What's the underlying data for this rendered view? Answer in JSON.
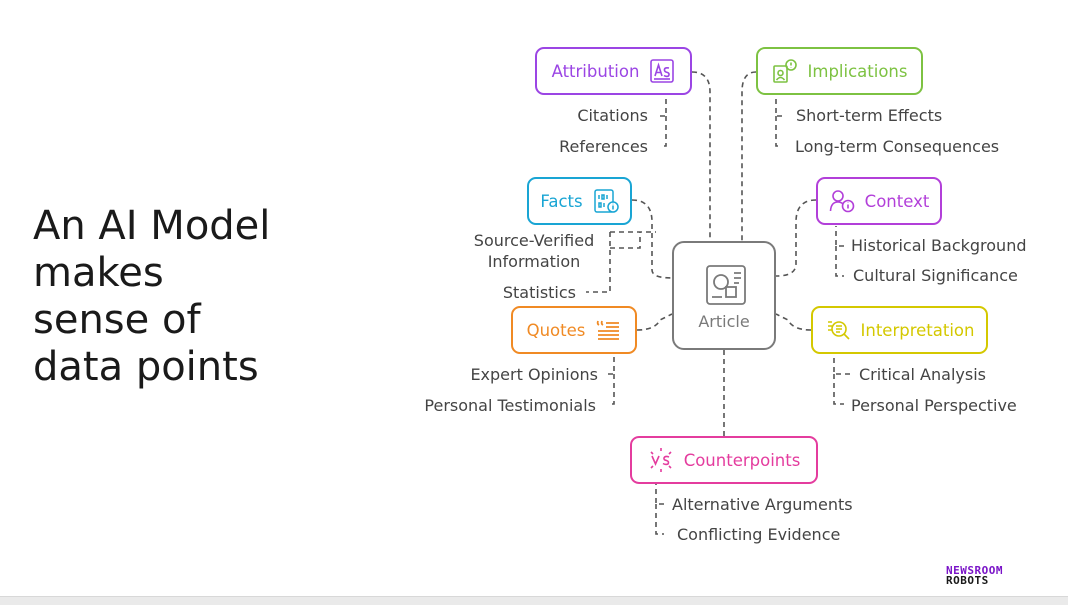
{
  "title_lines": [
    "An AI Model",
    "makes",
    "sense of",
    "data points"
  ],
  "center": {
    "label": "Article",
    "icon": "article-icon"
  },
  "nodes": {
    "attribution": {
      "label": "Attribution",
      "icon": "attribution-icon",
      "color": "#9b45e4",
      "items": [
        "Citations",
        "References"
      ]
    },
    "implications": {
      "label": "Implications",
      "icon": "implications-icon",
      "color": "#7dc242",
      "items": [
        "Short-term Effects",
        "Long-term Consequences"
      ]
    },
    "facts": {
      "label": "Facts",
      "icon": "facts-icon",
      "color": "#19a5d4",
      "items": [
        "Source-Verified Information",
        "Statistics"
      ]
    },
    "context": {
      "label": "Context",
      "icon": "context-icon",
      "color": "#b23fd9",
      "items": [
        "Historical Background",
        "Cultural Significance"
      ]
    },
    "quotes": {
      "label": "Quotes",
      "icon": "quotes-icon",
      "color": "#f08a24",
      "items": [
        "Expert Opinions",
        "Personal Testimonials"
      ]
    },
    "interpretation": {
      "label": "Interpretation",
      "icon": "interpretation-icon",
      "color": "#d4c800",
      "items": [
        "Critical Analysis",
        "Personal Perspective"
      ]
    },
    "counterpoints": {
      "label": "Counterpoints",
      "icon": "counterpoints-icon",
      "color": "#e43c9e",
      "items": [
        "Alternative Arguments",
        "Conflicting Evidence"
      ]
    }
  },
  "logo": {
    "line1": "NEWSROOM",
    "line2": "ROBOTS",
    "color": "#7a14c8"
  }
}
